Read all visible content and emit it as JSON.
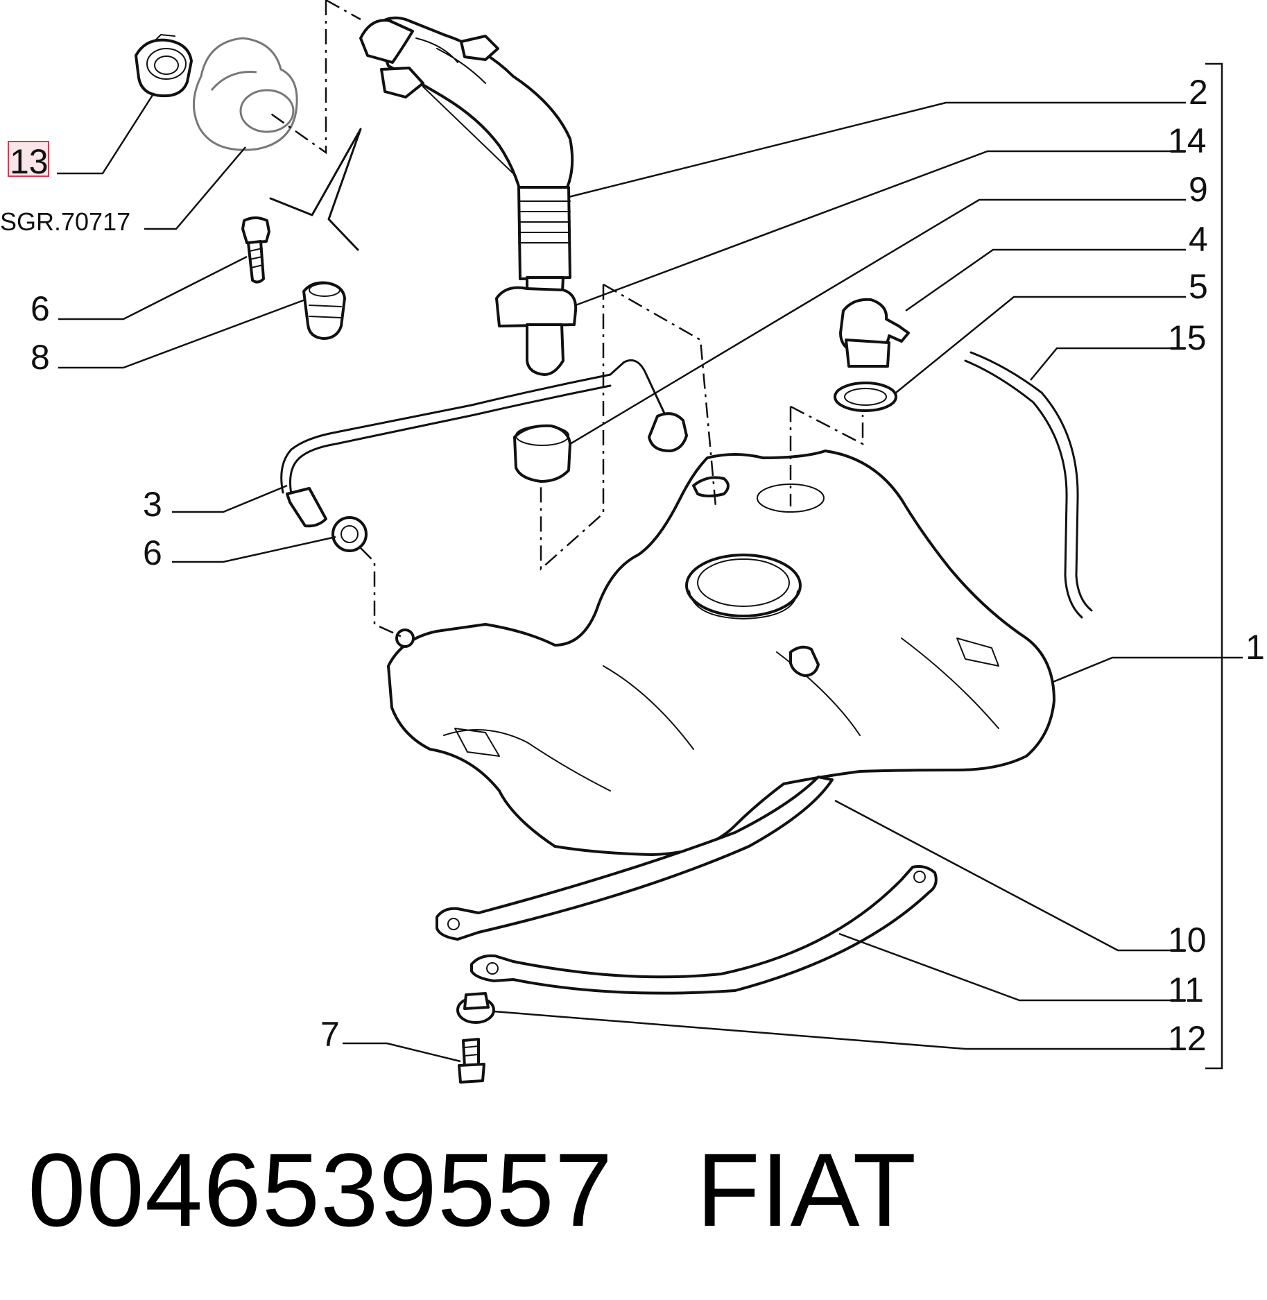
{
  "diagram": {
    "callouts": {
      "c13": "13",
      "sgr": "SGR.70717",
      "c6a": "6",
      "c8": "8",
      "c3": "3",
      "c6b": "6",
      "c7": "7",
      "c2": "2",
      "c14": "14",
      "c9": "9",
      "c4": "4",
      "c5": "5",
      "c15": "15",
      "c1": "1",
      "c10": "10",
      "c11": "11",
      "c12": "12"
    }
  },
  "footer": {
    "part_number": "0046539557",
    "brand": "FIAT"
  },
  "colors": {
    "ink": "#111111",
    "highlight_fill": "#f6d0d6",
    "highlight_stroke": "#d63a4f"
  }
}
